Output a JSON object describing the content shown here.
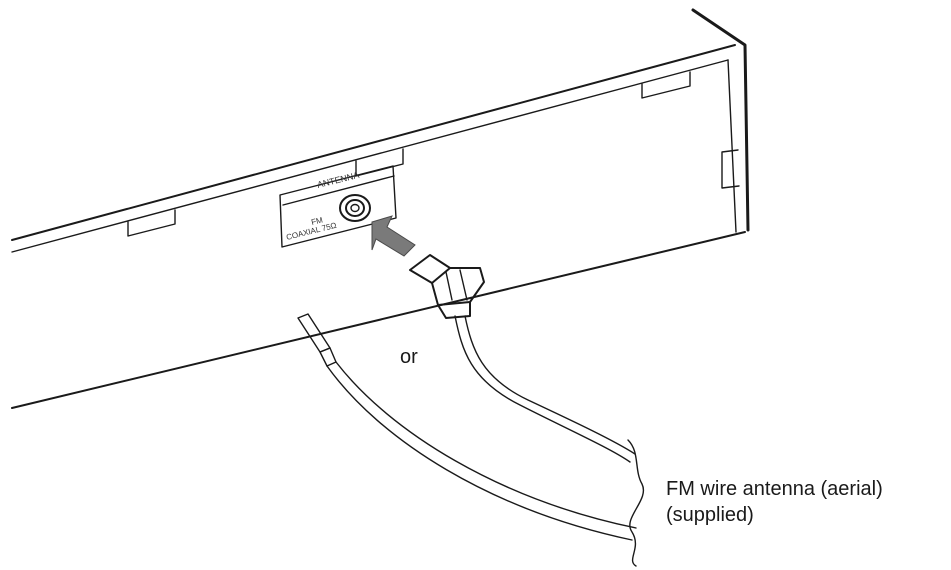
{
  "panel": {
    "title": "ANTENNA",
    "jack_line1": "FM",
    "jack_line2": "COAXIAL 75Ω"
  },
  "labels": {
    "or": "or",
    "antenna_name": "FM wire antenna (aerial)",
    "antenna_note": "(supplied)"
  },
  "colors": {
    "line": "#1a1a1a",
    "arrow": "#7a7a7a",
    "background": "#ffffff"
  }
}
